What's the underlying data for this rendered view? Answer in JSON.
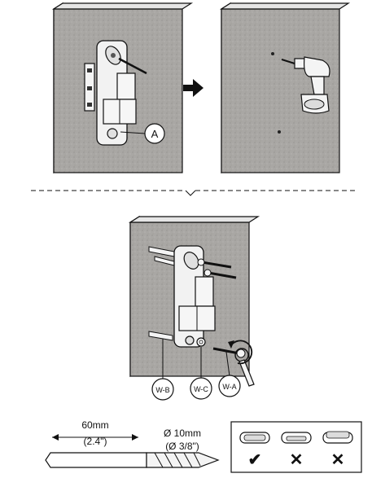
{
  "callouts": {
    "a": "A",
    "wb": "W-B",
    "wc": "W-C",
    "wa": "W-A"
  },
  "drill": {
    "depth_mm": "60mm",
    "depth_in": "(2.4\")",
    "diameter_mm": "Ø 10mm",
    "diameter_in": "(Ø 3/8\")"
  },
  "anchor_check": {
    "options": [
      {
        "mark": "✔",
        "status": "correct"
      },
      {
        "mark": "✕",
        "status": "wrong"
      },
      {
        "mark": "✕",
        "status": "wrong"
      }
    ]
  },
  "colors": {
    "wall": "#a8a6a3",
    "outline": "#111111",
    "bracket": "#f2f2f2"
  }
}
